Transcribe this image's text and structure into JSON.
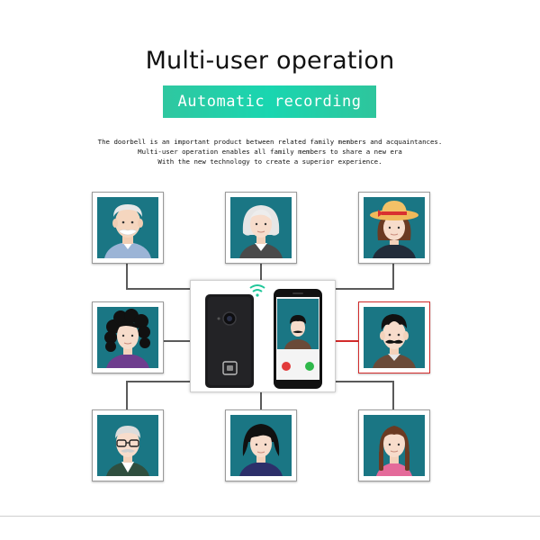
{
  "heading": {
    "title": "Multi-user operation",
    "banner": "Automatic recording"
  },
  "description": {
    "line1": "The doorbell is an important product between related family members and acquaintances.",
    "line2": "Multi-user operation enables all family members to share a new era",
    "line3": "With the new technology to create a superior experience."
  },
  "colors": {
    "banner_start": "#2fc7a0",
    "banner_end": "#19d6b0",
    "avatar_bg": "#1a7684",
    "connector": "#5a5a5a",
    "active_connector": "#d22b2b",
    "wifi": "#22c79a",
    "decline": "#e23b3b",
    "accept": "#2fb84a"
  },
  "users": [
    {
      "id": "old-man",
      "icon": "old-man-avatar-icon"
    },
    {
      "id": "grandmother",
      "icon": "grandmother-avatar-icon"
    },
    {
      "id": "girl-hat",
      "icon": "girl-with-hat-avatar-icon"
    },
    {
      "id": "curly-woman",
      "icon": "curly-hair-woman-avatar-icon"
    },
    {
      "id": "mustache-man",
      "icon": "mustache-man-avatar-icon",
      "active": true
    },
    {
      "id": "glasses-man",
      "icon": "glasses-man-avatar-icon"
    },
    {
      "id": "dark-hair-man",
      "icon": "dark-hair-man-avatar-icon"
    },
    {
      "id": "braids-girl",
      "icon": "braided-girl-avatar-icon"
    }
  ],
  "devices": {
    "doorbell": "video-doorbell-icon",
    "wifi": "wifi-icon",
    "phone": "smartphone-video-call-icon"
  }
}
